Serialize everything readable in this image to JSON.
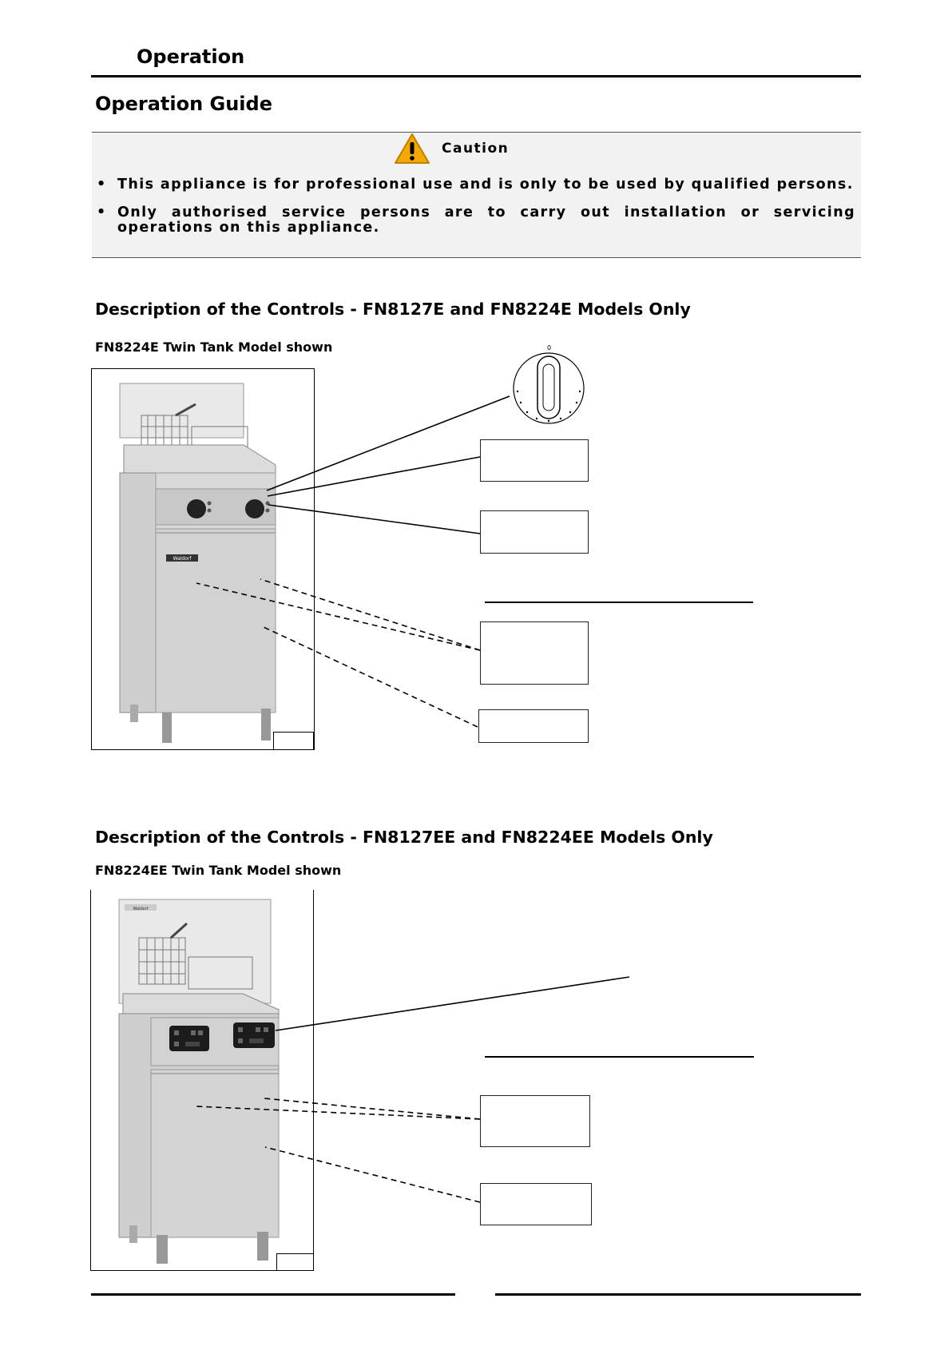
{
  "header": {
    "section": "Operation"
  },
  "guide": {
    "title": "Operation Guide"
  },
  "caution": {
    "label": "Caution",
    "items": [
      "This appliance is for professional use and is only to be used by qualified persons.",
      "Only authorised service persons are to carry out installation or servicing operations on this appliance."
    ]
  },
  "controls_e": {
    "title": "Description of the Controls - FN8127E and FN8224E Models Only",
    "subtitle": "FN8224E Twin Tank Model shown",
    "badge": "Waldorf",
    "knob_top_label": "0"
  },
  "controls_ee": {
    "title": "Description of the Controls - FN8127EE and FN8224EE Models Only",
    "subtitle": "FN8224EE Twin Tank Model shown",
    "badge": "Waldorf"
  },
  "colors": {
    "caution_bg": "#f2f2f2",
    "warning_yellow": "#f5a800"
  },
  "icons": [
    "warning-icon",
    "thermostat-knob-icon"
  ]
}
